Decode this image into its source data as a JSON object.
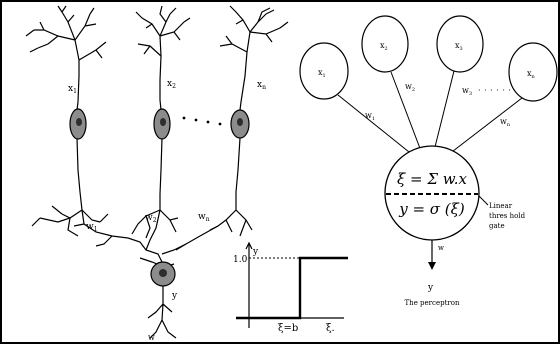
{
  "colors": {
    "ink": "#000000",
    "background": "#ffffff",
    "soma_fill": "#8c8c8c",
    "nucleus_fill": "#2e2e2e"
  },
  "neurons": {
    "x1": "x",
    "x1_sub": "1",
    "x2": "x",
    "x2_sub": "2",
    "xn": "x",
    "xn_sub": "n",
    "w1": "w",
    "w1_sub": "1",
    "w2": "w",
    "w2_sub": "2",
    "wn": "w",
    "wn_sub": "n",
    "y": "y",
    "w_bottom": "w"
  },
  "step_plot": {
    "y_axis": "y",
    "y_tick": "1.0",
    "x_mark": "ξ=b",
    "x_axis": "ξ."
  },
  "perceptron": {
    "in1": "x",
    "in1_sub": "1",
    "in2": "x",
    "in2_sub": "2",
    "in3": "x",
    "in3_sub": "3",
    "inn": "x",
    "inn_sub": "n",
    "w1": "w",
    "w1_sub": "1",
    "w2": "w",
    "w2_sub": "2",
    "w3": "w",
    "w3_sub": "3",
    "wn": "w",
    "wn_sub": "n",
    "dots": "· · · · · ·",
    "sum_eq": "ξ = Σ w.x",
    "act_eq": "y = σ (ξ)",
    "gate_line1": "Linear",
    "gate_line2": "thres hold",
    "gate_line3": "gate",
    "out_w": "w",
    "out_y": "y",
    "caption": "The perceptron"
  }
}
